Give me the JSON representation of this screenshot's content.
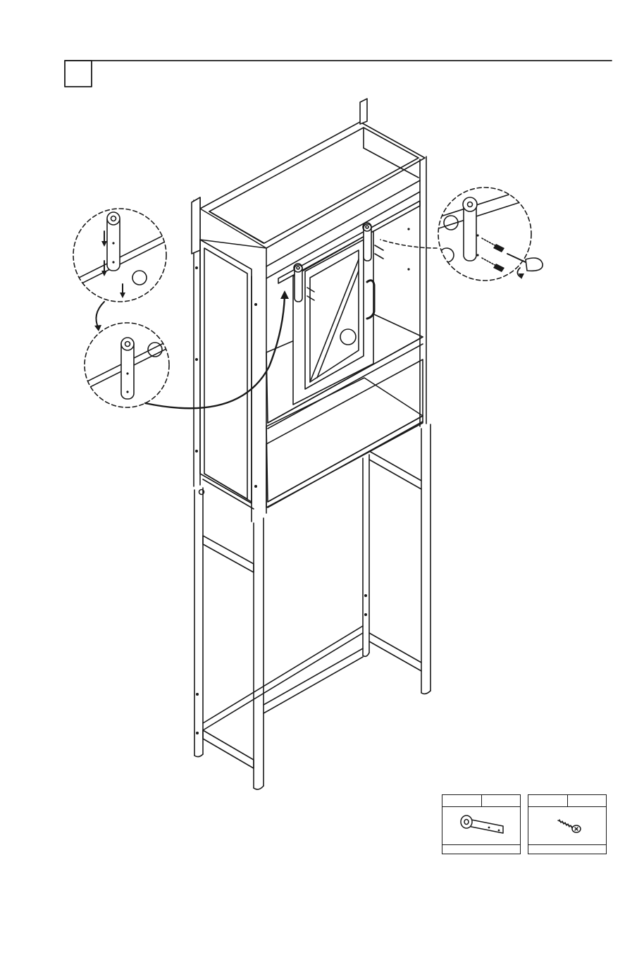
{
  "step": {
    "number_box": "step-number-box"
  },
  "illustration": {
    "subject": "shelf-unit",
    "details": [
      "detail-roller-drop",
      "detail-roller-on-track",
      "detail-screw-fastening"
    ],
    "tool": "screwdriver-icon"
  },
  "parts": [
    {
      "icon": "roller-hanger-bracket-icon"
    },
    {
      "icon": "screw-icon"
    }
  ],
  "colors": {
    "ink": "#1a1a1a",
    "paper": "#ffffff"
  }
}
